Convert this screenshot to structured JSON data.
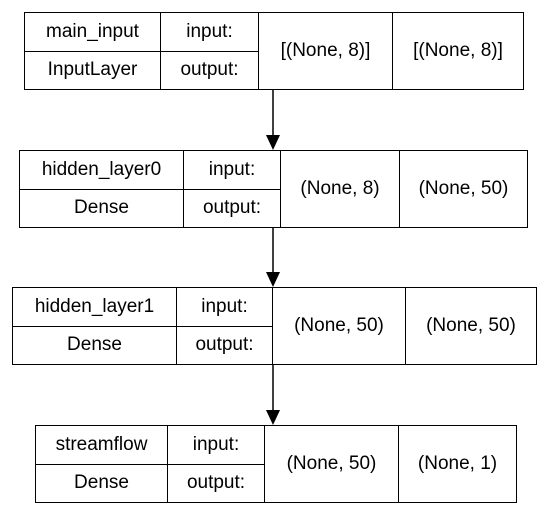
{
  "nodes": [
    {
      "name": "main_input",
      "type": "InputLayer",
      "input_label": "input:",
      "output_label": "output:",
      "input_shape": "[(None, 8)]",
      "output_shape": "[(None, 8)]"
    },
    {
      "name": "hidden_layer0",
      "type": "Dense",
      "input_label": "input:",
      "output_label": "output:",
      "input_shape": "(None, 8)",
      "output_shape": "(None, 50)"
    },
    {
      "name": "hidden_layer1",
      "type": "Dense",
      "input_label": "input:",
      "output_label": "output:",
      "input_shape": "(None, 50)",
      "output_shape": "(None, 50)"
    },
    {
      "name": "streamflow",
      "type": "Dense",
      "input_label": "input:",
      "output_label": "output:",
      "input_shape": "(None, 50)",
      "output_shape": "(None, 1)"
    }
  ],
  "edges": [
    {
      "from": "main_input",
      "to": "hidden_layer0"
    },
    {
      "from": "hidden_layer0",
      "to": "hidden_layer1"
    },
    {
      "from": "hidden_layer1",
      "to": "streamflow"
    }
  ]
}
